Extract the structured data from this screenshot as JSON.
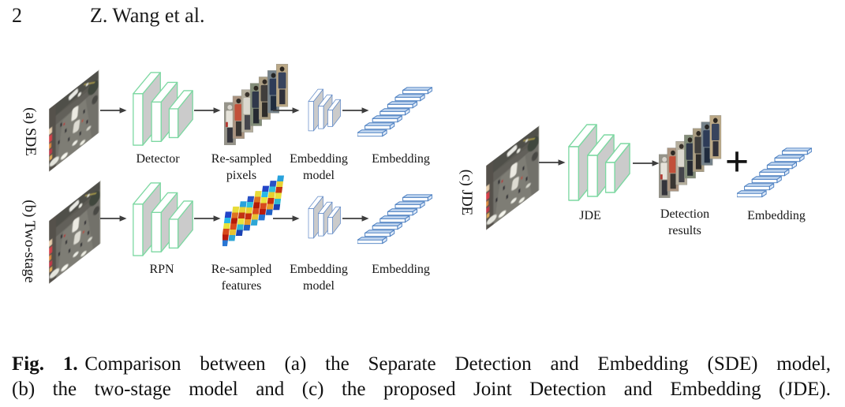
{
  "header": {
    "page_number": "2",
    "running_title": "Z. Wang et al."
  },
  "figure": {
    "sde": {
      "row_label": "(a) SDE",
      "stage1_label": "Detector",
      "stage2_label_line1": "Re-sampled",
      "stage2_label_line2": "pixels",
      "stage3_label_line1": "Embedding",
      "stage3_label_line2": "model",
      "output_label": "Embedding"
    },
    "two_stage": {
      "row_label": "(b) Two-stage",
      "stage1_label": "RPN",
      "stage2_label_line1": "Re-sampled",
      "stage2_label_line2": "features",
      "stage3_label_line1": "Embedding",
      "stage3_label_line2": "model",
      "output_label": "Embedding"
    },
    "jde": {
      "row_label": "(c) JDE",
      "network_label": "JDE",
      "output1_label_line1": "Detection",
      "output1_label_line2": "results",
      "plus_sign": "+",
      "output2_label": "Embedding"
    }
  },
  "caption": {
    "tag": "Fig. 1.",
    "line1_rest": "Comparison between (a) the Separate Detection and Embedding (SDE) model,",
    "line2": "(b) the two-stage model and (c) the proposed Joint Detection and Embedding (JDE)."
  },
  "colors": {
    "green_outline": "#7dd8a2",
    "blue_outline": "#5d87c6",
    "block_side_gray": "#cbcbcb",
    "bar_outline": "#4a7ec0",
    "bar_top": "#c5d9f1",
    "arrow": "#3d3d3d"
  }
}
